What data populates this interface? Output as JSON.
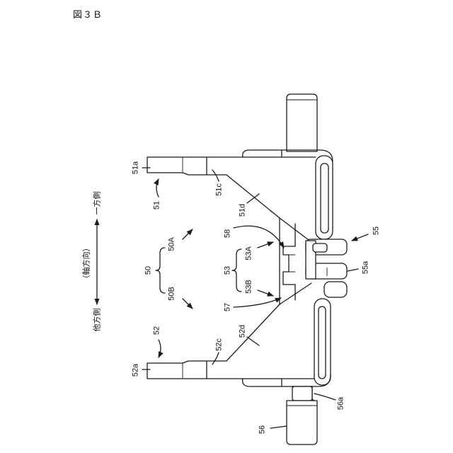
{
  "figure_label": "図３Ｂ",
  "axis": {
    "direction": "（軸方向）",
    "one_side": "一方側",
    "other_side": "他方側"
  },
  "refs": {
    "r51a": "51a",
    "r51": "51",
    "r51c": "51c",
    "r51d": "51d",
    "r58": "58",
    "r53A": "53A",
    "r53": "53",
    "r53B": "53B",
    "r57": "57",
    "r50A": "50A",
    "r50": "50",
    "r50B": "50B",
    "r52": "52",
    "r52a": "52a",
    "r52c": "52c",
    "r52d": "52d",
    "r55": "55",
    "r55a": "55a",
    "r56a": "56a",
    "r56": "56"
  }
}
